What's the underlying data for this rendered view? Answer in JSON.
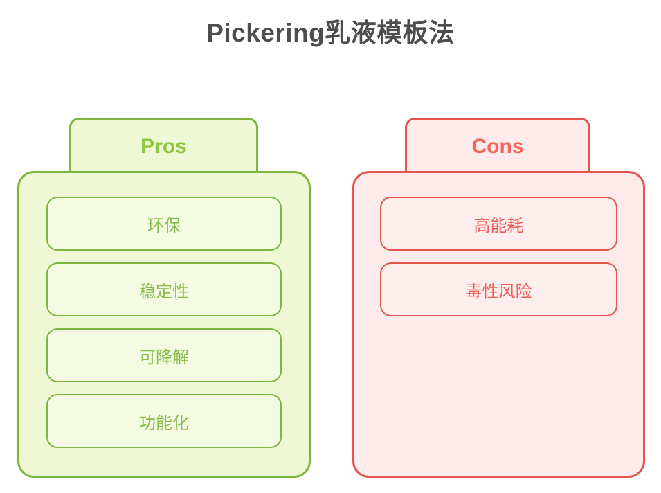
{
  "page": {
    "title": "Pickering乳液模板法"
  },
  "colors": {
    "title_text": "#4d4d4d",
    "pros_border": "#7eb73f",
    "pros_fill": "#eff8d5",
    "pros_item_fill": "#f4fbe2",
    "pros_header_text": "#8dc63f",
    "pros_item_text": "#85bd4a",
    "cons_border": "#e4554e",
    "cons_fill": "#fdeaea",
    "cons_item_fill": "#fdeeee",
    "cons_header_text": "#f4655f",
    "cons_item_text": "#ef5b56"
  },
  "pros": {
    "label": "Pros",
    "items": [
      {
        "label": "环保"
      },
      {
        "label": "稳定性"
      },
      {
        "label": "可降解"
      },
      {
        "label": "功能化"
      }
    ]
  },
  "cons": {
    "label": "Cons",
    "items": [
      {
        "label": "高能耗"
      },
      {
        "label": "毒性风险"
      }
    ]
  }
}
